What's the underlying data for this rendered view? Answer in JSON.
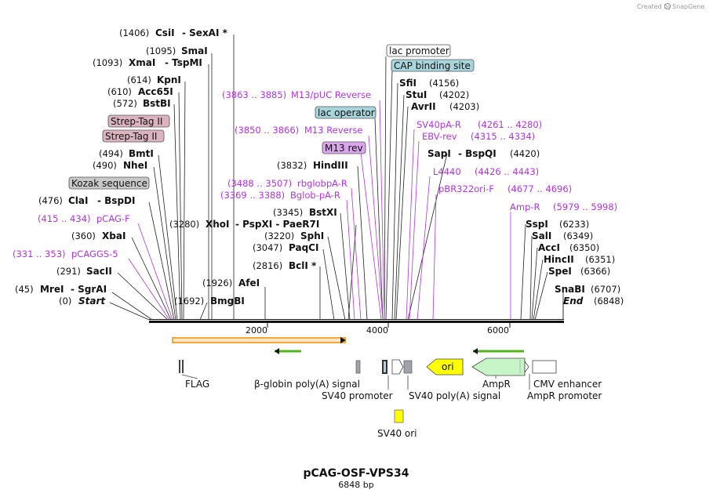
{
  "title": "pCAG-OSF-VPS34",
  "length_label": "6848 bp",
  "credit": "Created by",
  "brand": "SnapGene",
  "axis_ticks": [
    "2000",
    "4000",
    "6000"
  ],
  "sites": [
    {
      "pos": "(1406)",
      "name": "CsiI",
      "extra": "- SexAI *"
    },
    {
      "pos": "(1095)",
      "name": "SmaI",
      "extra": ""
    },
    {
      "pos": "(1093)",
      "name": "XmaI",
      "extra": "- TspMI"
    },
    {
      "pos": "(614)",
      "name": "KpnI",
      "extra": ""
    },
    {
      "pos": "(610)",
      "name": "Acc65I",
      "extra": ""
    },
    {
      "pos": "(572)",
      "name": "BstBI",
      "extra": ""
    },
    {
      "pos": "(494)",
      "name": "BmtI",
      "extra": ""
    },
    {
      "pos": "(490)",
      "name": "NheI",
      "extra": ""
    },
    {
      "pos": "(476)",
      "name": "ClaI",
      "extra": "- BspDI"
    },
    {
      "pos": "(360)",
      "name": "XbaI",
      "extra": ""
    },
    {
      "pos": "(291)",
      "name": "SacII",
      "extra": ""
    },
    {
      "pos": "(45)",
      "name": "MreI",
      "extra": "- SgrAI"
    },
    {
      "pos": "(0)",
      "name": "Start",
      "extra": ""
    },
    {
      "pos": "(1692)",
      "name": "BmgBI",
      "extra": ""
    },
    {
      "pos": "(1926)",
      "name": "AfeI",
      "extra": ""
    },
    {
      "pos": "(3280)",
      "name": "XhoI",
      "extra": "- PspXI - PaeR7I"
    },
    {
      "pos": "(3345)",
      "name": "BstXI",
      "extra": ""
    },
    {
      "pos": "(3220)",
      "name": "SphI",
      "extra": ""
    },
    {
      "pos": "(3047)",
      "name": "PaqCI",
      "extra": ""
    },
    {
      "pos": "(2816)",
      "name": "BclI *",
      "extra": ""
    },
    {
      "pos": "(3832)",
      "name": "HindIII",
      "extra": ""
    },
    {
      "pos": "(4156)",
      "name": "SfiI",
      "extra": ""
    },
    {
      "pos": "(4202)",
      "name": "StuI",
      "extra": ""
    },
    {
      "pos": "(4203)",
      "name": "AvrII",
      "extra": ""
    },
    {
      "pos": "(4420)",
      "name": "SapI",
      "extra": "- BspQI"
    },
    {
      "pos": "(6233)",
      "name": "SspI",
      "extra": ""
    },
    {
      "pos": "(6349)",
      "name": "SalI",
      "extra": ""
    },
    {
      "pos": "(6350)",
      "name": "AccI",
      "extra": ""
    },
    {
      "pos": "(6351)",
      "name": "HincII",
      "extra": ""
    },
    {
      "pos": "(6366)",
      "name": "SpeI",
      "extra": ""
    },
    {
      "pos": "(6707)",
      "name": "SnaBI",
      "extra": ""
    },
    {
      "pos": "(6848)",
      "name": "End",
      "extra": ""
    }
  ],
  "primers": [
    {
      "range": "(3863 .. 3885)",
      "name": "M13/pUC Reverse"
    },
    {
      "range": "(3850 .. 3866)",
      "name": "M13 Reverse"
    },
    {
      "range": "(3488 .. 3507)",
      "name": "rbglobpA-R"
    },
    {
      "range": "(3369 .. 3388)",
      "name": "Bglob-pA-R"
    },
    {
      "range": "(415 .. 434)",
      "name": "pCAG-F"
    },
    {
      "range": "(331 .. 353)",
      "name": "pCAGGS-5"
    },
    {
      "range": "(4261 .. 4280)",
      "name": "SV40pA-R"
    },
    {
      "range": "(4315 .. 4334)",
      "name": "EBV-rev"
    },
    {
      "range": "(4426 .. 4443)",
      "name": "L4440"
    },
    {
      "range": "(4677 .. 4696)",
      "name": "pBR322ori-F"
    },
    {
      "range": "(5979 .. 5998)",
      "name": "Amp-R"
    }
  ],
  "boxes": [
    {
      "name": "lac promoter",
      "color": "#ffffff"
    },
    {
      "name": "CAP binding site",
      "color": "#a8d4dc"
    },
    {
      "name": "lac operator",
      "color": "#a8d4dc"
    },
    {
      "name": "M13 rev",
      "color": "#d9a6ec"
    },
    {
      "name": "Strep-Tag II",
      "color": "#dcb4c0"
    },
    {
      "name": "Strep-Tag II",
      "color": "#dcb4c0"
    },
    {
      "name": "Kozak sequence",
      "color": "#c8c8c8"
    }
  ],
  "features": [
    {
      "name": "FLAG"
    },
    {
      "name": "β-globin poly(A) signal"
    },
    {
      "name": "SV40 promoter"
    },
    {
      "name": "SV40 poly(A) signal"
    },
    {
      "name": "SV40 ori"
    },
    {
      "name": "ori"
    },
    {
      "name": "AmpR"
    },
    {
      "name": "CMV enhancer"
    },
    {
      "name": "AmpR promoter"
    }
  ],
  "colors": {
    "primer": "#b234e0",
    "backbone": "#111111",
    "orf": "#f2a93b",
    "orf_fill": "#f7e7c8",
    "ori": "#ffff00",
    "ampr": "#c8f5c8",
    "arrow": "#52b31d"
  }
}
